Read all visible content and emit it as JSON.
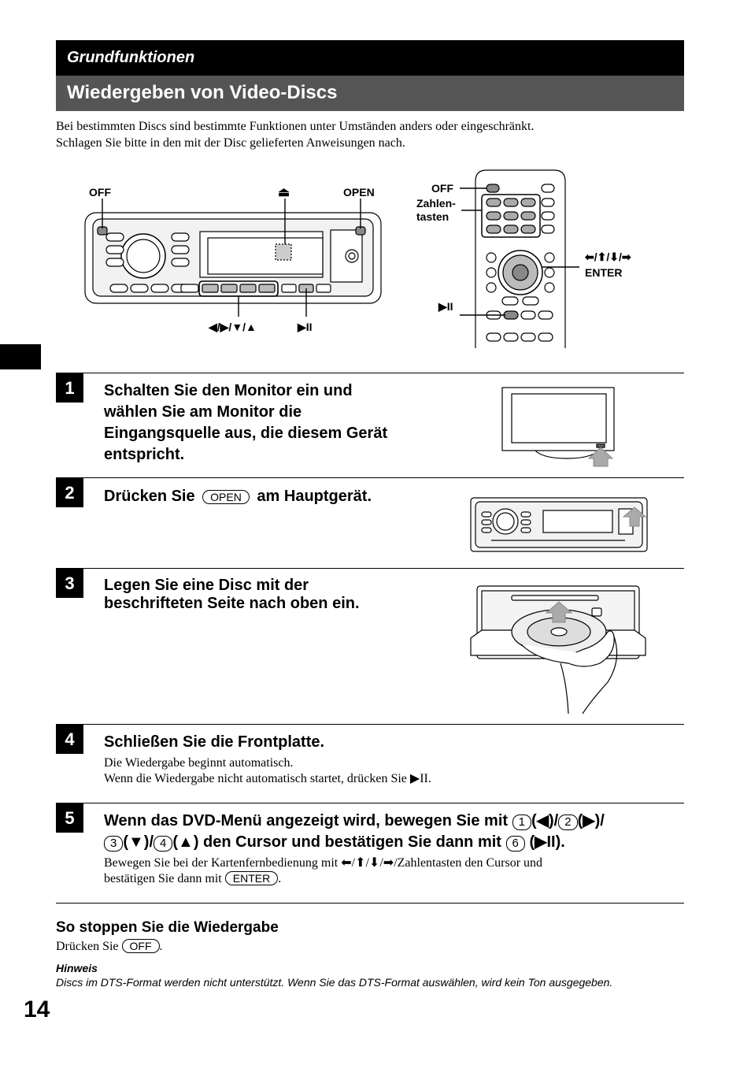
{
  "section_label": "Grundfunktionen",
  "page_title": "Wiedergeben von Video-Discs",
  "intro": {
    "line1": "Bei bestimmten Discs sind bestimmte Funktionen unter Umständen anders oder eingeschränkt.",
    "line2": "Schlagen Sie bitte in den mit der Disc gelieferten Anweisungen nach."
  },
  "unit_labels": {
    "off": "OFF",
    "eject": "⏏",
    "open": "OPEN",
    "arrows": "◀/▶/▼/▲",
    "play_pause": "▶II"
  },
  "remote_labels": {
    "off": "OFF",
    "zahlen1": "Zahlen-",
    "zahlen2": "tasten",
    "arrows": "⬅/⬆/⬇/➡",
    "enter": "ENTER",
    "play_pause": "▶II"
  },
  "steps": [
    {
      "number": "1",
      "title_lines": [
        "Schalten Sie den Monitor ein und",
        "wählen Sie am Monitor die",
        "Eingangsquelle aus, die diesem Gerät",
        "entspricht."
      ]
    },
    {
      "number": "2",
      "title_before": "Drücken Sie",
      "title_key": "OPEN",
      "title_after": "am Hauptgerät."
    },
    {
      "number": "3",
      "title_lines": [
        "Legen Sie eine Disc mit der",
        "beschrifteten Seite nach oben ein."
      ]
    },
    {
      "number": "4",
      "title": "Schließen Sie die Frontplatte.",
      "body_line1": "Die Wiedergabe beginnt automatisch.",
      "body_line2": "Wenn die Wiedergabe nicht automatisch startet, drücken Sie ▶II."
    },
    {
      "number": "5",
      "title_l1_a": "Wenn das DVD-Menü angezeigt wird, bewegen Sie mit",
      "key1": "1",
      "t1": "(◀)/",
      "key2": "2",
      "t2": "(▶)/",
      "key3": "3",
      "t3": "(▼)/",
      "key4": "4",
      "t4": "(▲) den Cursor und bestätigen Sie dann mit",
      "key6": "6",
      "t6": "(▶II).",
      "body_a": "Bewegen Sie bei der Kartenfernbedienung mit ⬅/⬆/⬇/➡/Zahlentasten den Cursor und",
      "body_b": "bestätigen Sie dann mit",
      "body_key": "ENTER",
      "body_end": "."
    }
  ],
  "stop": {
    "heading": "So stoppen Sie die Wiedergabe",
    "text": "Drücken Sie",
    "key": "OFF",
    "end": "."
  },
  "note": {
    "heading": "Hinweis",
    "text": "Discs im DTS-Format werden nicht unterstützt. Wenn Sie das DTS-Format auswählen, wird kein Ton ausgegeben."
  },
  "page_number": "14"
}
